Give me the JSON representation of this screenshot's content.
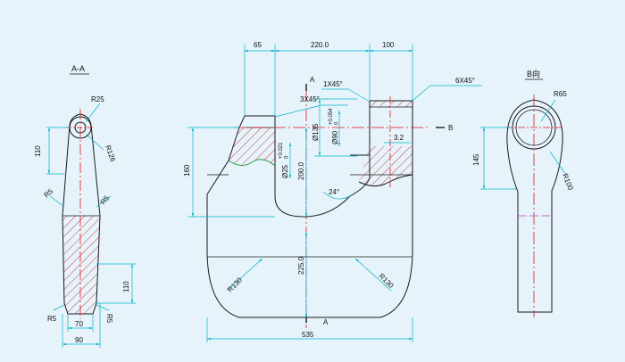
{
  "colors": {
    "background": "#e6f3fb",
    "outline": "#1a1a1a",
    "dimension": "#00b4c8",
    "centerline": "#e01818",
    "hatch": "#d04040",
    "break_line": "#2aa040",
    "phantom": "#c040c0"
  },
  "section_view": {
    "title": "A-A",
    "dims": {
      "r25": "R25",
      "r126": "R126",
      "h110_top": "110",
      "r5_left": "R5",
      "r5_right": "R5",
      "h110_bottom": "110",
      "r5_bl": "R5",
      "r5_br": "R5",
      "w70": "70",
      "w90": "90"
    }
  },
  "front_view": {
    "dims": {
      "w65": "65",
      "w220": "220.0",
      "w100": "100",
      "ch1x45": "1X45°",
      "ch3x45": "3X45°",
      "ch6x45": "6X45°",
      "d135": "Ø135",
      "d90": "Ø90",
      "d90_tol": "+0.054\n0",
      "d25": "Ø25",
      "d25_tol": "+0.021\n0",
      "h200": "200.0",
      "h160": "160",
      "v32": "3.2",
      "a24": "24°",
      "h225": "225.0",
      "r130_left": "R130",
      "r130_right": "R130",
      "w535": "535"
    },
    "cut_labels": {
      "a_top": "A",
      "a_bottom": "A",
      "b_right": "B"
    }
  },
  "side_view": {
    "title": "B向",
    "dims": {
      "r65": "R65",
      "h145": "145",
      "r100": "R100"
    }
  }
}
